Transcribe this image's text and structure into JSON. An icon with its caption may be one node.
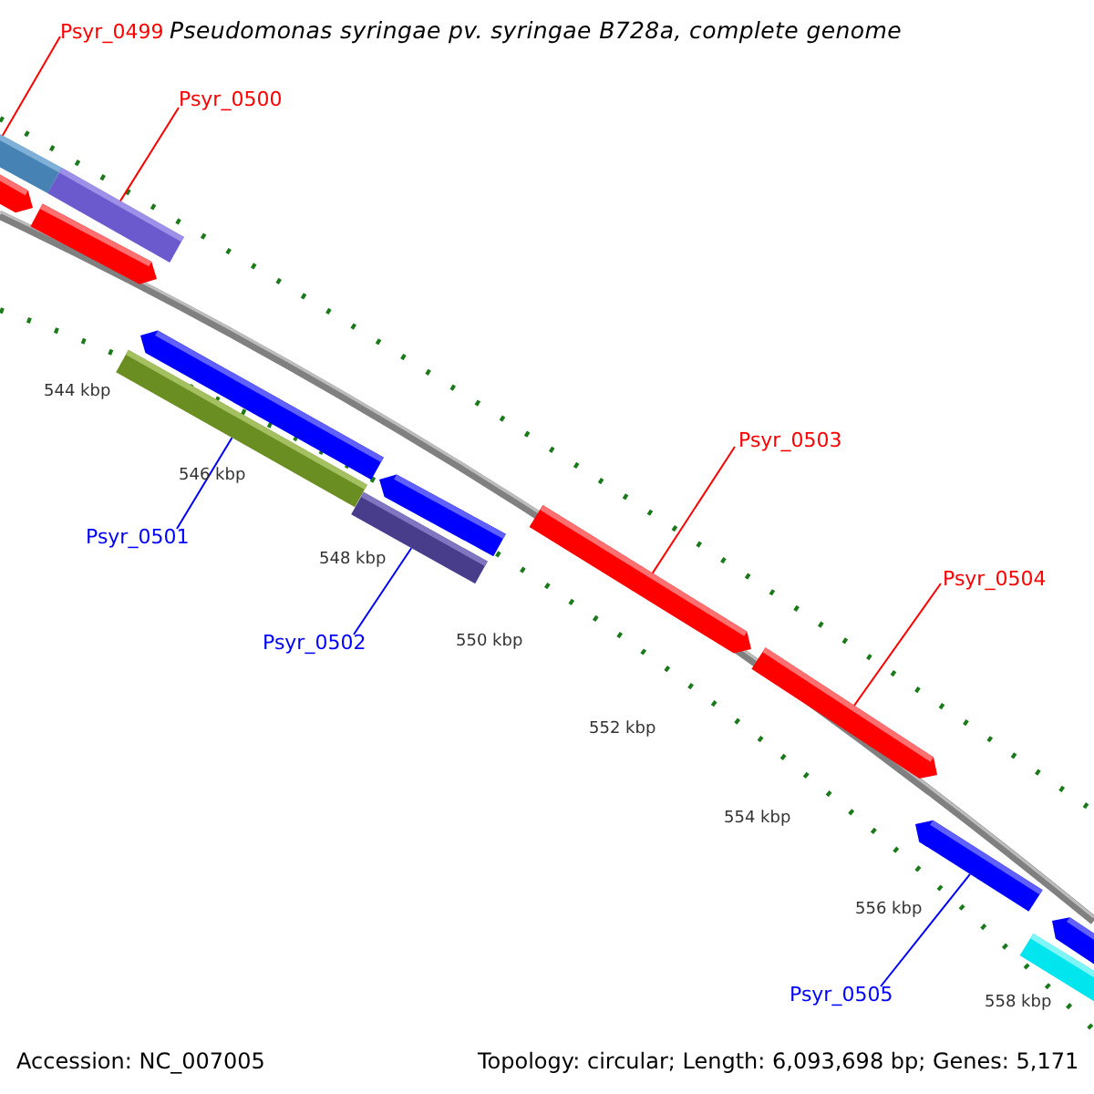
{
  "diagram": {
    "title": "Pseudomonas syringae pv. syringae B728a, complete genome",
    "nodes": [
      {
        "text": [
          "Psyr_0499"
        ]
      },
      {
        "text": [
          "Psyr_0500"
        ]
      },
      {
        "text": [
          "Psyr_0501"
        ]
      },
      {
        "text": [
          "Psyr_0502"
        ]
      },
      {
        "text": [
          "Psyr_0503"
        ]
      },
      {
        "text": [
          "Psyr_0504"
        ]
      },
      {
        "text": [
          "Psyr_0505"
        ]
      },
      {
        "text": [],
        "shape": "bar"
      },
      {
        "text": [],
        "shape": "bar"
      },
      {
        "text": [],
        "shape": "bar"
      },
      {
        "text": [],
        "shape": "bar"
      },
      {
        "text": [],
        "shape": "bar"
      },
      {
        "text": [],
        "shape": "bar"
      },
      {
        "text": [],
        "shape": "bar"
      }
    ],
    "edges": [
      {
        "from": 0,
        "to": 7,
        "arrow": "none"
      },
      {
        "from": 1,
        "to": 8,
        "arrow": "none"
      },
      {
        "from": 2,
        "to": 9,
        "arrow": "none",
        "color": "#0000ff"
      },
      {
        "from": 3,
        "to": 10,
        "arrow": "none",
        "color": "#0000ff"
      },
      {
        "from": 4,
        "to": 11,
        "arrow": "none"
      },
      {
        "from": 5,
        "to": 12,
        "arrow": "none"
      },
      {
        "from": 6,
        "to": 13,
        "arrow": "none",
        "color": "#0000ff"
      }
    ],
    "labels": [
      "544 kbp",
      "546 kbp",
      "548 kbp",
      "550 kbp",
      "552 kbp",
      "554 kbp",
      "556 kbp",
      "558 kbp",
      "Accession: NC_007005",
      "Topology: circular; Length: 6,093,698 bp; Genes: 5,171"
    ]
  }
}
